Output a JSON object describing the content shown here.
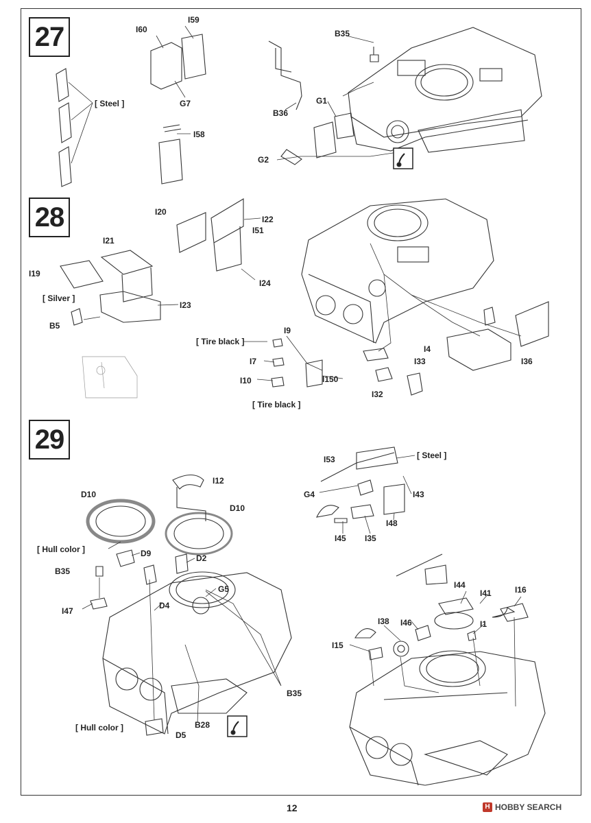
{
  "page_number": "12",
  "watermark": {
    "icon": "hobby-search-logo-icon",
    "text": "HOBBY SEARCH"
  },
  "steps": [
    {
      "number": "27",
      "labels": {
        "b35": "B35",
        "b36": "B36",
        "g1": "G1",
        "g2": "G2",
        "g7": "G7",
        "i58": "I58",
        "i59": "I59",
        "i60": "I60",
        "steel": "[ Steel ]"
      }
    },
    {
      "number": "28",
      "labels": {
        "b5": "B5",
        "i4": "I4",
        "i7": "I7",
        "i9": "I9",
        "i10": "I10",
        "i19": "I19",
        "i20": "I20",
        "i21": "I21",
        "i22": "I22",
        "i23": "I23",
        "i24": "I24",
        "i32": "I32",
        "i33": "I33",
        "i36": "I36",
        "i150": "I150",
        "i51": "I51",
        "silver": "[ Silver ]",
        "tire_black_1": "[ Tire black ]",
        "tire_black_2": "[ Tire black ]"
      }
    },
    {
      "number": "29",
      "labels": {
        "d10a": "D10",
        "d10b": "D10",
        "i12": "I12",
        "hull_color_1": "[ Hull color ]",
        "d9": "D9",
        "d2": "D2",
        "b35a": "B35",
        "g5": "G5",
        "d4": "D4",
        "i47": "I47",
        "b35b": "B35",
        "b28": "B28",
        "hull_color_2": "[ Hull color ]",
        "d5": "D5",
        "i153": "I53",
        "steel": "[ Steel ]",
        "g4": "G4",
        "i43": "I43",
        "i48": "I48",
        "i45": "I45",
        "i35": "I35",
        "i44": "I44",
        "i41": "I41",
        "i16": "I16",
        "i38": "I38",
        "i46": "I46",
        "i1": "I1",
        "i15": "I15"
      }
    }
  ]
}
